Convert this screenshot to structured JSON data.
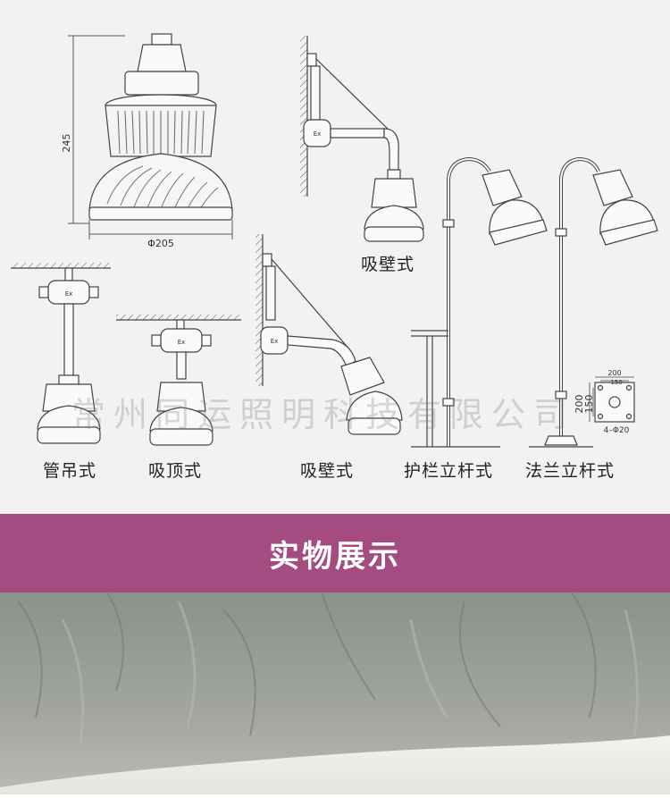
{
  "dimensions": {
    "height": "245",
    "diameter": "Φ205"
  },
  "mounting_types": {
    "pipe_pendant": "管吊式",
    "ceiling": "吸顶式",
    "wall_top": "吸壁式",
    "wall_bottom": "吸壁式",
    "railing_pole": "护栏立杆式",
    "flange_pole": "法兰立杆式"
  },
  "junction_box_mark": "Ex",
  "flange_drawing": {
    "width_outer": "200",
    "width_inner": "150",
    "height_outer": "200",
    "height_inner": "150",
    "holes": "4–Φ20"
  },
  "watermark": "常州同运照明科技有限公司",
  "banner": {
    "title": "实物展示",
    "color": "#a44b82"
  }
}
